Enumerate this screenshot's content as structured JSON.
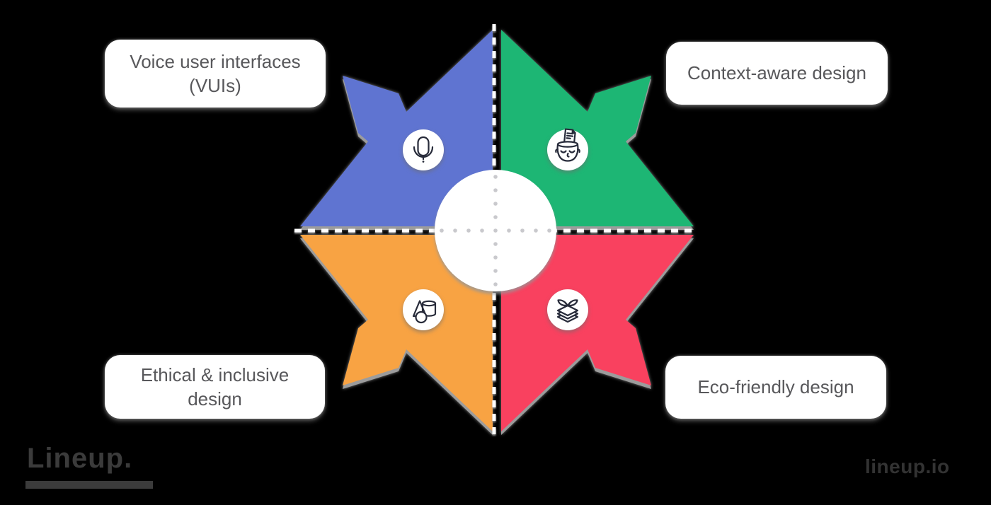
{
  "diagram": {
    "quadrants": [
      {
        "position": "top-left",
        "label": "Voice user interfaces (VUIs)",
        "color": "#5f74d1",
        "icon": "microphone-icon"
      },
      {
        "position": "top-right",
        "label": "Context-aware design",
        "color": "#1db674",
        "icon": "head-document-icon"
      },
      {
        "position": "bottom-left",
        "label": "Ethical & inclusive design",
        "color": "#f8a343",
        "icon": "geometric-shapes-icon"
      },
      {
        "position": "bottom-right",
        "label": "Eco-friendly design",
        "color": "#f9415f",
        "icon": "leaf-stack-icon"
      }
    ],
    "style": {
      "background": "#000000",
      "card_background": "#ffffff",
      "card_text_color": "#58585b",
      "axis_line_color": "#ffffff",
      "crosshair_dot_color": "#c9c9cd",
      "icon_stroke_color": "#272b3a",
      "shadow_color": "#9c9c9c",
      "hub_color": "#ffffff"
    }
  },
  "branding": {
    "logo_text": "Lineup.",
    "website_text": "lineup.io"
  }
}
